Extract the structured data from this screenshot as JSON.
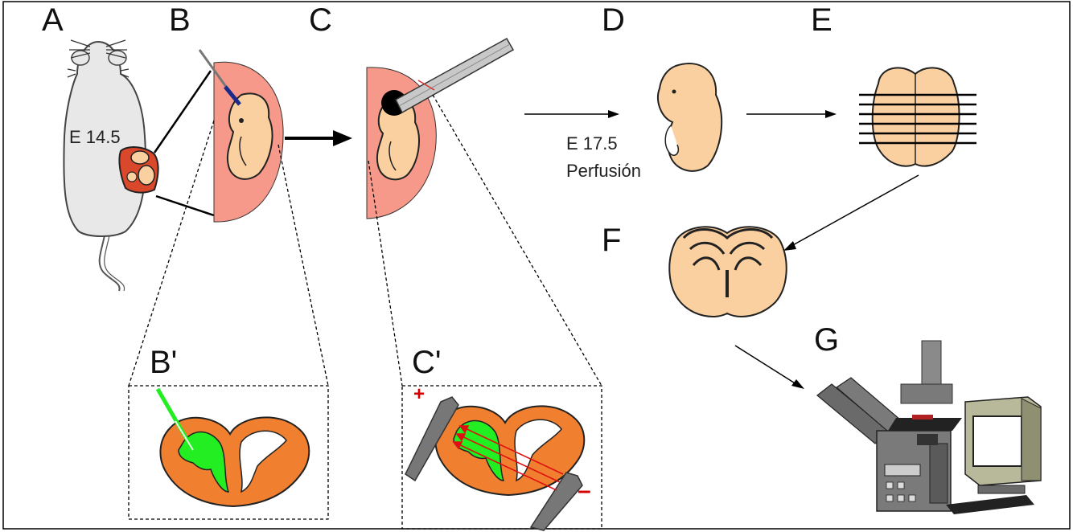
{
  "panels": {
    "a": "A",
    "b": "B",
    "c": "C",
    "d": "D",
    "e": "E",
    "f": "F",
    "g": "G",
    "b_prime": "B'",
    "c_prime": "C'"
  },
  "captions": {
    "mouse_stage": "E 14.5",
    "stage_d": "E 17.5",
    "perfusion": "Perfusión"
  },
  "electrodes": {
    "positive": "+",
    "negative": "–"
  },
  "colors": {
    "uterus": "#f7998a",
    "embryo": "#fbd0a0",
    "brain_tissue": "#f08030",
    "injected_dye": "#22ee22",
    "pulse_arrows": "#e01010",
    "microscope_body": "#7a7a7a"
  }
}
